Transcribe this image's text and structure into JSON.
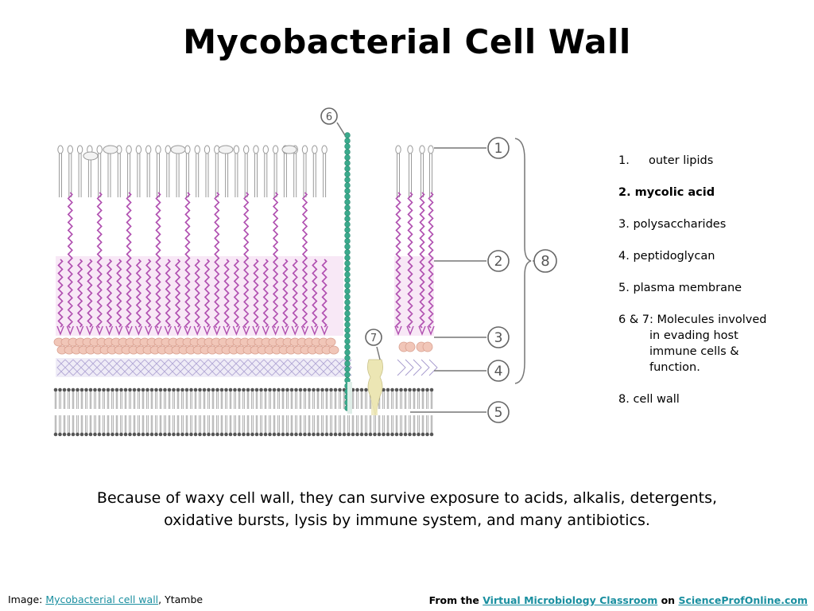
{
  "title": "Mycobacterial Cell Wall",
  "diagram": {
    "callouts": [
      "1",
      "2",
      "3",
      "4",
      "5",
      "6",
      "7",
      "8"
    ]
  },
  "legend": {
    "item1": {
      "num": "1.",
      "text": "outer lipids"
    },
    "item2": "2.  mycolic acid",
    "item3": "3. polysaccharides",
    "item4": "4. peptidoglycan",
    "item5": "5. plasma membrane",
    "item6": {
      "line1": "6 & 7: Molecules involved",
      "line2": "in evading host",
      "line3": "immune cells &",
      "line4": "function."
    },
    "item8": "8. cell wall"
  },
  "caption": {
    "line1": "Because of waxy cell wall, they can survive exposure to acids, alkalis, detergents,",
    "line2": "oxidative bursts, lysis by immune system, and many antibiotics."
  },
  "credits": {
    "image_prefix": "Image: ",
    "image_link": "Mycobacterial cell wall",
    "image_suffix": ", Ytambe",
    "from_prefix": "From the ",
    "classroom_link": "Virtual Microbiology Classroom",
    "on_text": " on ",
    "site_link": "ScienceProfOnline.com"
  },
  "colors": {
    "lipid_outline": "#9a9a9a",
    "mycolic": "#b04fb0",
    "mycolic_fill": "#f2d2ef",
    "polysaccharide": "#f1c6b8",
    "peptidoglycan": "#d0c8e8",
    "membrane": "#555555",
    "molecule6": "#3aaa8c",
    "molecule7": "#ece6b4"
  }
}
